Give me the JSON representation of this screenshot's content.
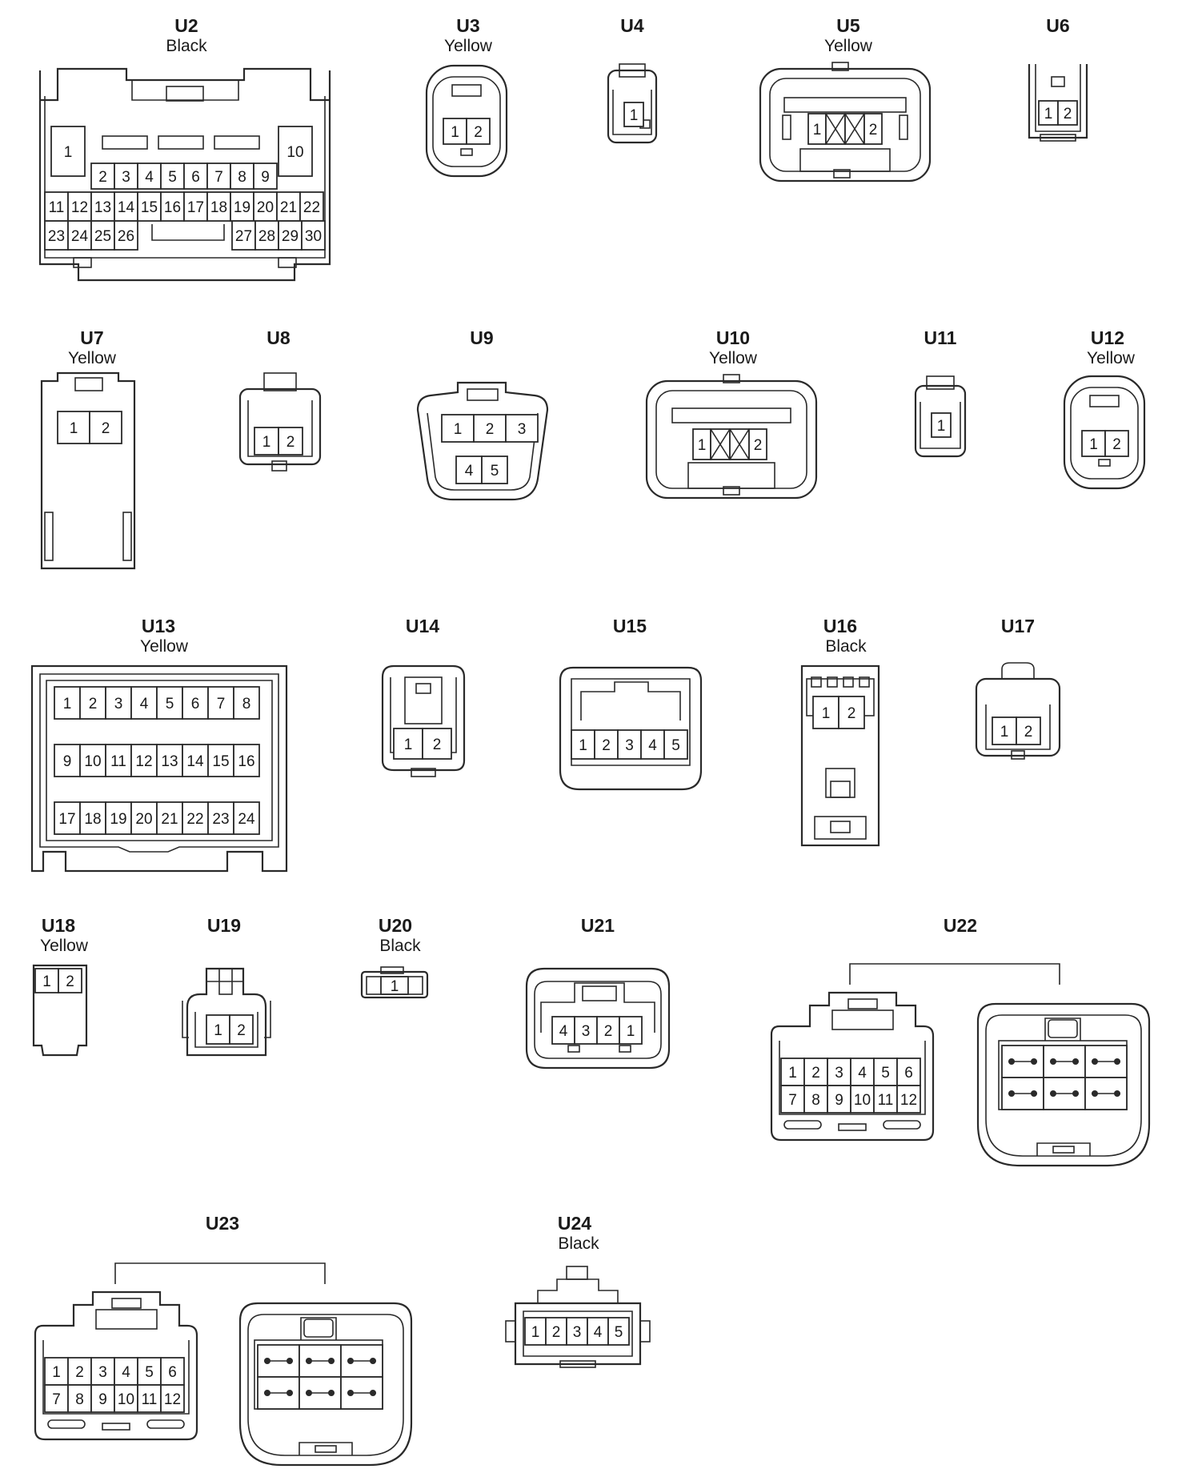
{
  "connectors": [
    {
      "id": "U2",
      "color": "Black",
      "pins": [
        "1",
        "2",
        "3",
        "4",
        "5",
        "6",
        "7",
        "8",
        "9",
        "10",
        "11",
        "12",
        "13",
        "14",
        "15",
        "16",
        "17",
        "18",
        "19",
        "20",
        "21",
        "22",
        "23",
        "24",
        "25",
        "26",
        "27",
        "28",
        "29",
        "30"
      ]
    },
    {
      "id": "U3",
      "color": "Yellow",
      "pins": [
        "1",
        "2"
      ]
    },
    {
      "id": "U4",
      "color": "",
      "pins": [
        "1"
      ]
    },
    {
      "id": "U5",
      "color": "Yellow",
      "pins": [
        "1",
        "2"
      ]
    },
    {
      "id": "U6",
      "color": "",
      "pins": [
        "1",
        "2"
      ]
    },
    {
      "id": "U7",
      "color": "Yellow",
      "pins": [
        "1",
        "2"
      ]
    },
    {
      "id": "U8",
      "color": "",
      "pins": [
        "1",
        "2"
      ]
    },
    {
      "id": "U9",
      "color": "",
      "pins": [
        "1",
        "2",
        "3",
        "4",
        "5"
      ]
    },
    {
      "id": "U10",
      "color": "Yellow",
      "pins": [
        "1",
        "2"
      ]
    },
    {
      "id": "U11",
      "color": "",
      "pins": [
        "1"
      ]
    },
    {
      "id": "U12",
      "color": "Yellow",
      "pins": [
        "1",
        "2"
      ]
    },
    {
      "id": "U13",
      "color": "Yellow",
      "pins": [
        "1",
        "2",
        "3",
        "4",
        "5",
        "6",
        "7",
        "8",
        "9",
        "10",
        "11",
        "12",
        "13",
        "14",
        "15",
        "16",
        "17",
        "18",
        "19",
        "20",
        "21",
        "22",
        "23",
        "24"
      ]
    },
    {
      "id": "U14",
      "color": "",
      "pins": [
        "1",
        "2"
      ]
    },
    {
      "id": "U15",
      "color": "",
      "pins": [
        "1",
        "2",
        "3",
        "4",
        "5"
      ]
    },
    {
      "id": "U16",
      "color": "Black",
      "pins": [
        "1",
        "2"
      ]
    },
    {
      "id": "U17",
      "color": "",
      "pins": [
        "1",
        "2"
      ]
    },
    {
      "id": "U18",
      "color": "Yellow",
      "pins": [
        "1",
        "2"
      ]
    },
    {
      "id": "U19",
      "color": "",
      "pins": [
        "1",
        "2"
      ]
    },
    {
      "id": "U20",
      "color": "Black",
      "pins": [
        "1"
      ]
    },
    {
      "id": "U21",
      "color": "",
      "pins": [
        "4",
        "3",
        "2",
        "1"
      ]
    },
    {
      "id": "U22",
      "color": "",
      "pins": [
        "1",
        "2",
        "3",
        "4",
        "5",
        "6",
        "7",
        "8",
        "9",
        "10",
        "11",
        "12"
      ]
    },
    {
      "id": "U23",
      "color": "",
      "pins": [
        "1",
        "2",
        "3",
        "4",
        "5",
        "6",
        "7",
        "8",
        "9",
        "10",
        "11",
        "12"
      ]
    },
    {
      "id": "U24",
      "color": "Black",
      "pins": [
        "1",
        "2",
        "3",
        "4",
        "5"
      ]
    }
  ]
}
